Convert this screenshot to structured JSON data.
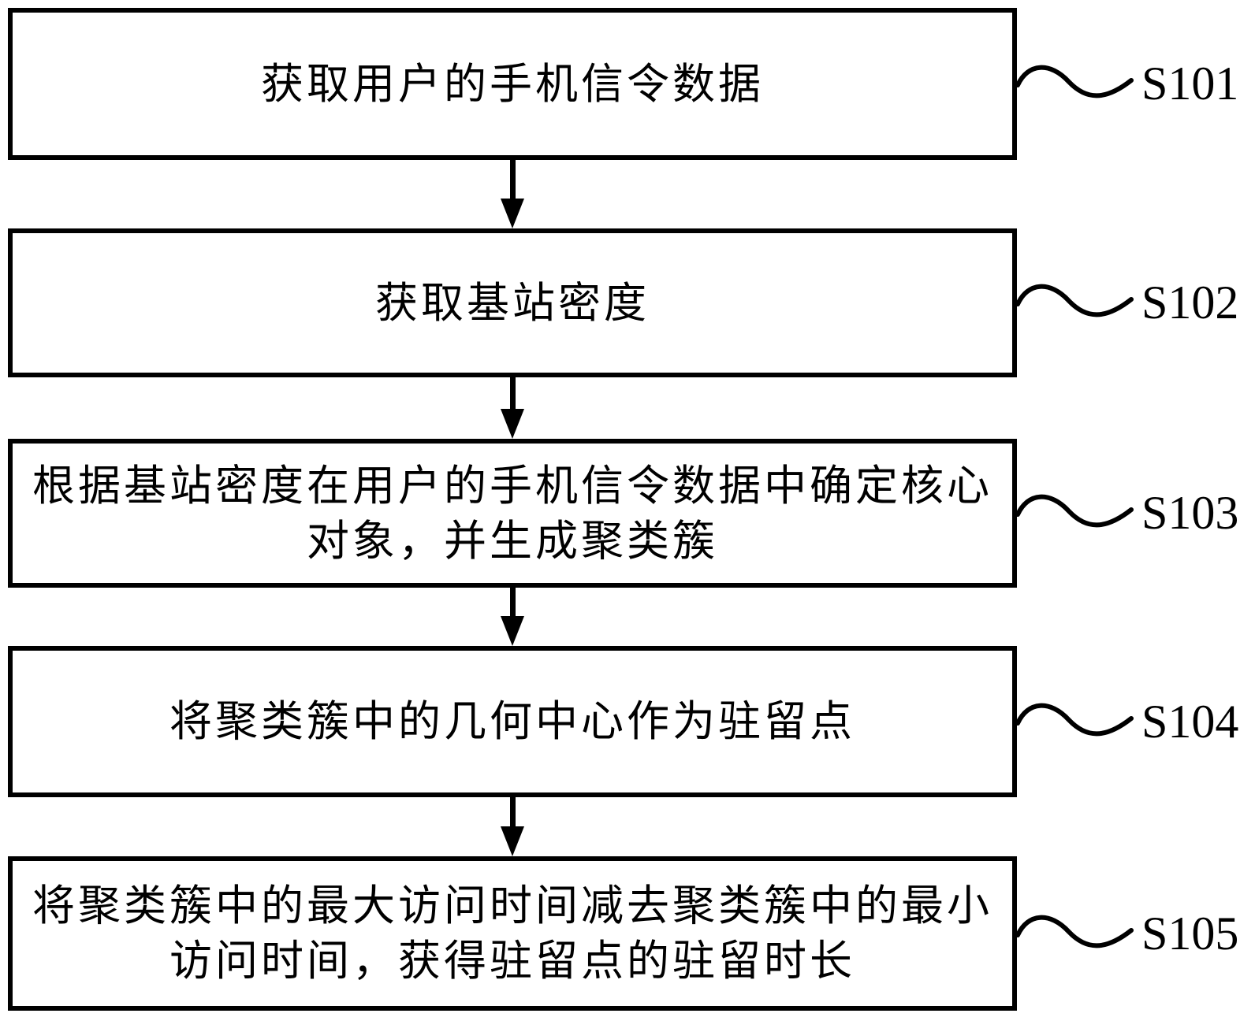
{
  "figure": {
    "type": "flowchart",
    "background_color": "#ffffff",
    "line_color": "#000000"
  },
  "steps": [
    {
      "id": "S101",
      "lines": [
        "获取用户的手机信令数据"
      ]
    },
    {
      "id": "S102",
      "lines": [
        "获取基站密度"
      ]
    },
    {
      "id": "S103",
      "lines": [
        "根据基站密度在用户的手机信令数据中确定核心",
        "对象，并生成聚类簇"
      ]
    },
    {
      "id": "S104",
      "lines": [
        "将聚类簇中的几何中心作为驻留点"
      ]
    },
    {
      "id": "S105",
      "lines": [
        "将聚类簇中的最大访问时间减去聚类簇中的最小",
        "访问时间，获得驻留点的驻留时长"
      ]
    }
  ]
}
